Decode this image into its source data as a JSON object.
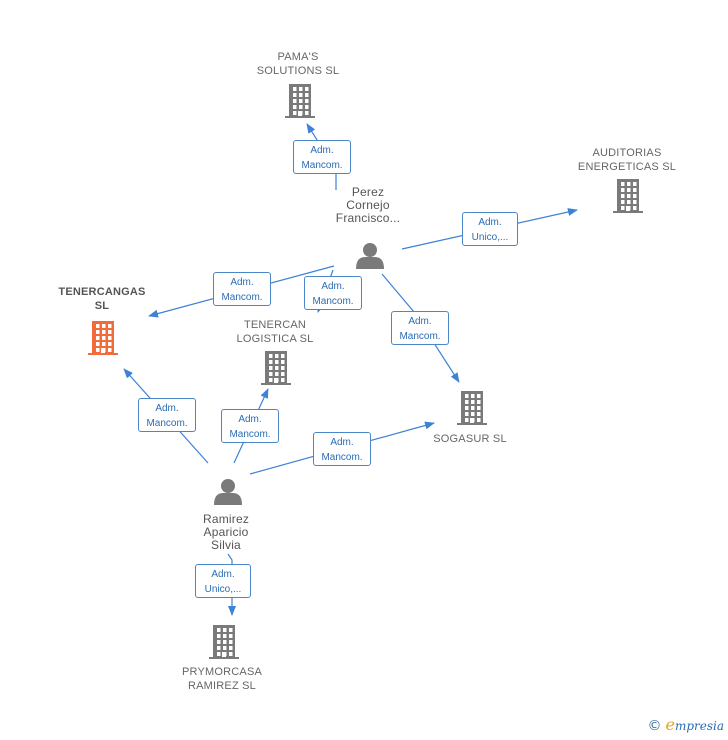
{
  "colors": {
    "edge": "#3e82d6",
    "node": "#7a7a7a",
    "focus": "#f26b3a",
    "box_border": "#4a86c8",
    "box_text": "#2a6cb5"
  },
  "nodes": [
    {
      "id": "pamas",
      "type": "company",
      "icon": "building-icon",
      "lines": [
        "PAMA'S",
        "SOLUTIONS  SL"
      ]
    },
    {
      "id": "auditorias",
      "type": "company",
      "icon": "building-icon",
      "lines": [
        "AUDITORIAS",
        "ENERGETICAS SL"
      ]
    },
    {
      "id": "perez",
      "type": "person",
      "icon": "person-icon",
      "lines": [
        "Perez",
        "Cornejo",
        "Francisco..."
      ]
    },
    {
      "id": "tenercangas",
      "type": "company",
      "focus": true,
      "icon": "building-icon",
      "lines": [
        "TENERCANGAS",
        "SL"
      ]
    },
    {
      "id": "tenercan",
      "type": "company",
      "icon": "building-icon",
      "lines": [
        "TENERCAN",
        "LOGISTICA  SL"
      ]
    },
    {
      "id": "sogasur",
      "type": "company",
      "icon": "building-icon",
      "lines": [
        "SOGASUR SL"
      ]
    },
    {
      "id": "ramirez",
      "type": "person",
      "icon": "person-icon",
      "lines": [
        "Ramirez",
        "Aparicio",
        "Silvia"
      ]
    },
    {
      "id": "prymorcasa",
      "type": "company",
      "icon": "building-icon",
      "lines": [
        "PRYMORCASA",
        "RAMIREZ  SL"
      ]
    }
  ],
  "edges": [
    {
      "id": "e1",
      "from": "perez",
      "to": "pamas",
      "lines": [
        "Adm.",
        "Mancom."
      ]
    },
    {
      "id": "e2",
      "from": "perez",
      "to": "auditorias",
      "lines": [
        "Adm.",
        "Unico,..."
      ]
    },
    {
      "id": "e3",
      "from": "perez",
      "to": "tenercangas",
      "lines": [
        "Adm.",
        "Mancom."
      ]
    },
    {
      "id": "e4",
      "from": "perez",
      "to": "tenercan",
      "lines": [
        "Adm.",
        "Mancom."
      ]
    },
    {
      "id": "e5",
      "from": "perez",
      "to": "sogasur",
      "lines": [
        "Adm.",
        "Mancom."
      ]
    },
    {
      "id": "e6",
      "from": "ramirez",
      "to": "tenercangas",
      "lines": [
        "Adm.",
        "Mancom."
      ]
    },
    {
      "id": "e7",
      "from": "ramirez",
      "to": "tenercan",
      "lines": [
        "Adm.",
        "Mancom."
      ]
    },
    {
      "id": "e8",
      "from": "ramirez",
      "to": "sogasur",
      "lines": [
        "Adm.",
        "Mancom."
      ]
    },
    {
      "id": "e9",
      "from": "ramirez",
      "to": "prymorcasa",
      "lines": [
        "Adm.",
        "Unico,..."
      ]
    }
  ],
  "watermark": {
    "copyright": "©",
    "brand_initial": "e",
    "brand_rest": "mpresia"
  }
}
